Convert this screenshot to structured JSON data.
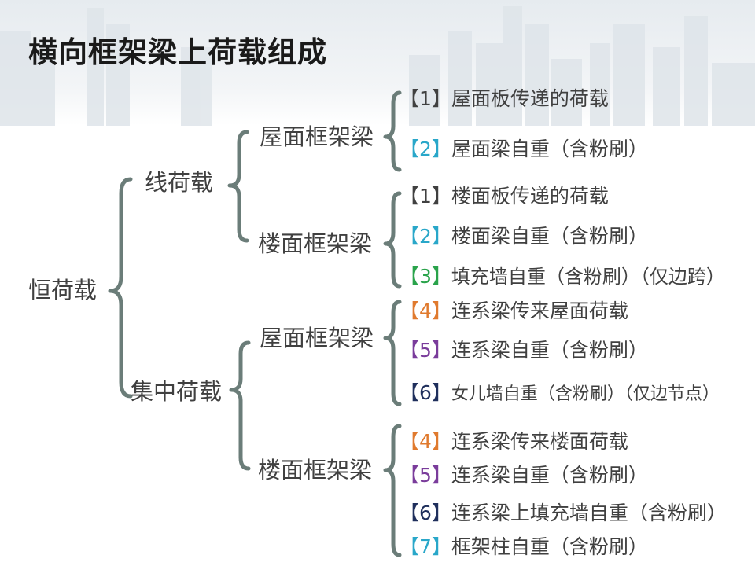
{
  "title": "横向框架梁上荷载组成",
  "root": "恒荷载",
  "line_load": {
    "label": "线荷载",
    "roof_beam": {
      "label": "屋面框架梁",
      "items": [
        {
          "num": "【1】",
          "color": "#404040",
          "text": "屋面板传递的荷载"
        },
        {
          "num": "【2】",
          "color": "#29a7c9",
          "text": "屋面梁自重（含粉刷）"
        }
      ]
    },
    "floor_beam": {
      "label": "楼面框架梁",
      "items": [
        {
          "num": "【1】",
          "color": "#404040",
          "text": "楼面板传递的荷载"
        },
        {
          "num": "【2】",
          "color": "#29a7c9",
          "text": "楼面梁自重（含粉刷）"
        },
        {
          "num": "【3】",
          "color": "#2aa34b",
          "text": "填充墙自重（含粉刷）（仅边跨）"
        }
      ]
    }
  },
  "concentrated_load": {
    "label": "集中荷载",
    "roof_beam": {
      "label": "屋面框架梁",
      "items": [
        {
          "num": "【4】",
          "color": "#e07a2e",
          "text": "连系梁传来屋面荷载"
        },
        {
          "num": "【5】",
          "color": "#7a3c9b",
          "text": "连系梁自重（含粉刷）"
        },
        {
          "num": "【6】",
          "color": "#1f2f5c",
          "text": "女儿墙自重（含粉刷）（仅边节点）"
        }
      ]
    },
    "floor_beam": {
      "label": "楼面框架梁",
      "items": [
        {
          "num": "【4】",
          "color": "#e07a2e",
          "text": "连系梁传来楼面荷载"
        },
        {
          "num": "【5】",
          "color": "#7a3c9b",
          "text": "连系梁自重（含粉刷）"
        },
        {
          "num": "【6】",
          "color": "#1f2f5c",
          "text": "连系梁上填充墙自重（含粉刷）"
        },
        {
          "num": "【7】",
          "color": "#29a7c9",
          "text": "框架柱自重（含粉刷）"
        }
      ]
    }
  }
}
